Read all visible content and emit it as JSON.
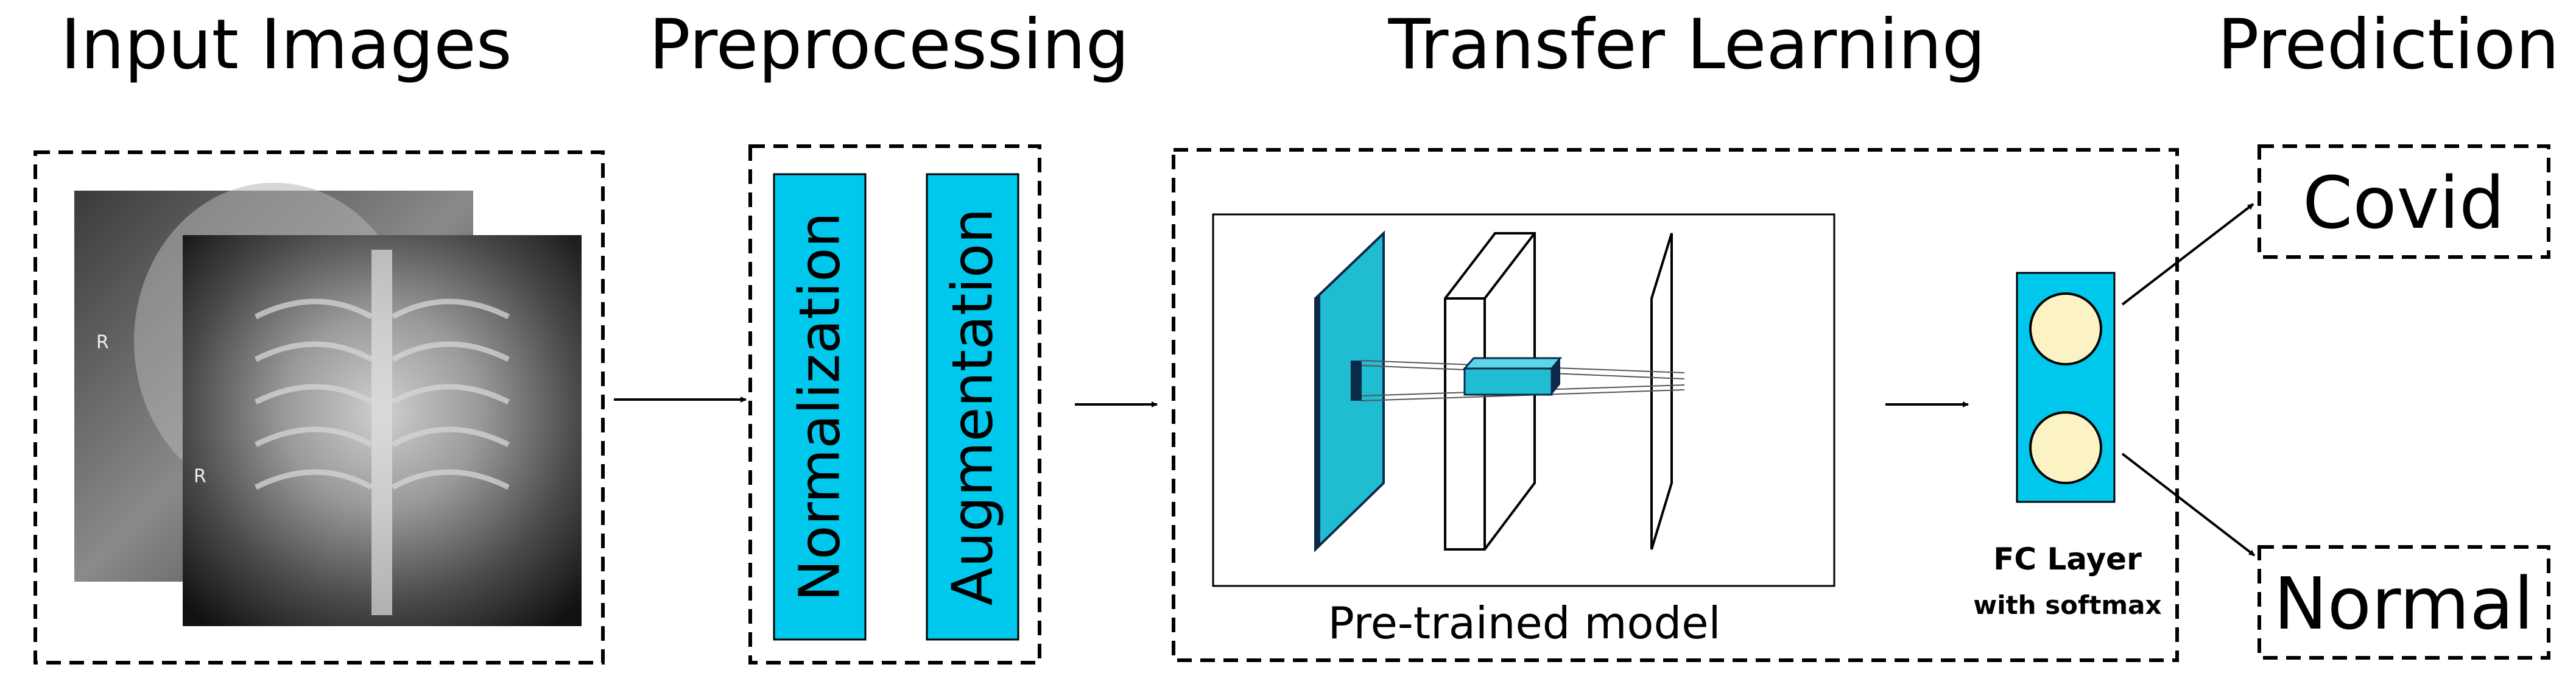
{
  "sections": {
    "input_title": "Input Images",
    "preprocessing_title": "Preprocessing",
    "transfer_title": "Transfer Learning",
    "prediction_title": "Prediction"
  },
  "input_images": {
    "marker_back": "R",
    "marker_front": "R"
  },
  "preprocessing": {
    "step1": "Normalization",
    "step2": "Augmentation"
  },
  "transfer": {
    "model_caption": "Pre-trained model",
    "fc_title": "FC Layer",
    "fc_subtitle": "with softmax"
  },
  "prediction": {
    "class1": "Covid",
    "class2": "Normal"
  },
  "colors": {
    "accent": "#00c7ec",
    "node_fill": "#fbf3c4",
    "plane_fill": "#1fbcd2",
    "plane_edge": "#0b2a4a"
  }
}
